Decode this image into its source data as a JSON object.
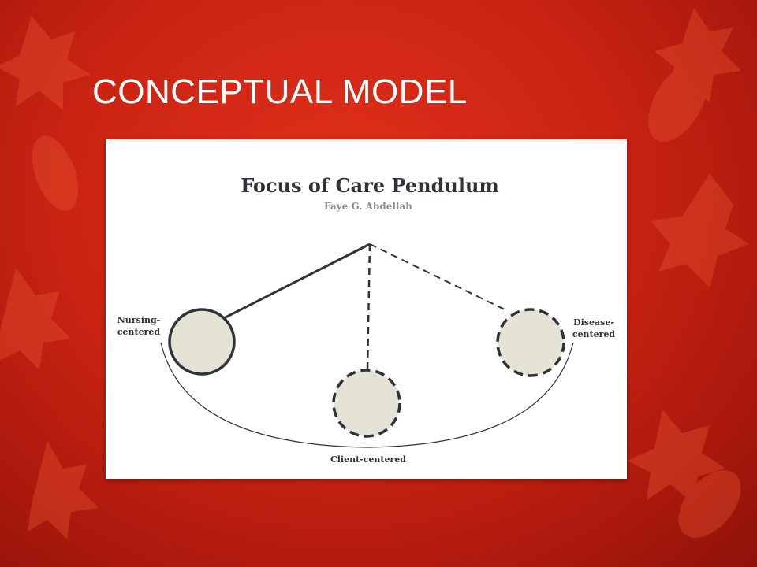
{
  "slide": {
    "title": "CONCEPTUAL MODEL"
  },
  "diagram": {
    "title": "Focus of Care Pendulum",
    "subtitle": "Faye G. Abdellah",
    "labels": {
      "nursing_line1": "Nursing-",
      "nursing_line2": "centered",
      "client": "Client-centered",
      "disease_line1": "Disease-",
      "disease_line2": "centered"
    }
  },
  "colors": {
    "background": "#cc2413",
    "bob_fill": "#e5e2d6",
    "stroke": "#2f3338"
  }
}
